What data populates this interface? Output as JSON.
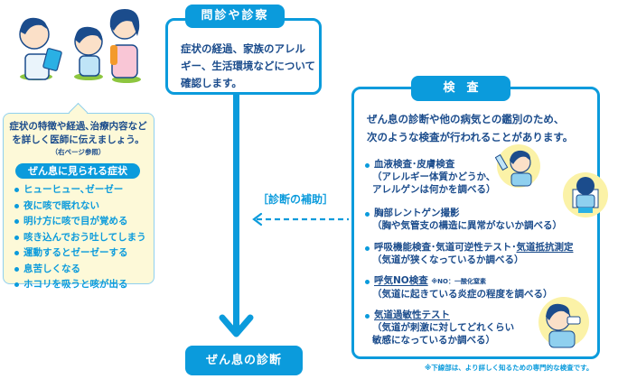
{
  "interview": {
    "title": "問診や診察",
    "body": [
      "症状の経過、家族のアレル",
      "ギー、生活環境などについて",
      "確認します。"
    ]
  },
  "patient_note": {
    "lines": [
      "症状の特徴や経過､治療内容など",
      "を詳しく医師に伝えましょう。"
    ],
    "ref": "（右ページ参照）",
    "symptoms_title": "ぜん息に見られる症状",
    "symptoms": [
      "ヒューヒュー､ゼーゼー",
      "夜に咳で眠れない",
      "明け方に咳で目が覚める",
      "咳き込んでおう吐してしまう",
      "運動するとゼーゼーする",
      "息苦しくなる",
      "ホコリを吸うと咳が出る"
    ]
  },
  "tests": {
    "title": "検　査",
    "intro": [
      "ぜん息の診断や他の病気との鑑別のため、",
      "次のような検査が行われることがあります。"
    ],
    "items": [
      {
        "name": "血液検査･皮膚検査",
        "desc": [
          "（アレルギー体質かどうか、",
          "アレルゲンは何かを調べる）"
        ]
      },
      {
        "name": "胸部レントゲン撮影",
        "desc": [
          "（胸や気管支の構造に異常がないか調べる）"
        ]
      },
      {
        "name_plain": "呼吸機能検査･気道可逆性テスト･",
        "name_underlined": "気道抵抗測定",
        "desc": [
          "（気道が狭くなっているか調べる）"
        ]
      },
      {
        "name_underlined": "呼気NO検査",
        "note": "※NO：一酸化窒素",
        "desc": [
          "（気道に起きている炎症の程度を調べる）"
        ]
      },
      {
        "name_underlined": "気道過敏性テスト",
        "desc": [
          "（気道が刺激に対してどれくらい",
          "敏感になっているか調べる）"
        ]
      }
    ],
    "footnote": "※下線部は、より詳しく知るための専門的な検査です。"
  },
  "support_label": "［診断の補助］",
  "diagnosis": "ぜん息の診断",
  "icons": {
    "doctor": "doctor-illustration",
    "child": "child-illustration",
    "mother": "mother-illustration",
    "blood_test": "blood-test-illustration",
    "xray": "xray-illustration",
    "breath_test": "breath-test-illustration"
  },
  "colors": {
    "accent": "#0b9bdc",
    "text": "#1b4c8c",
    "note_bg": "#fdf9d8",
    "illus_bg": "#fbf2a7"
  }
}
